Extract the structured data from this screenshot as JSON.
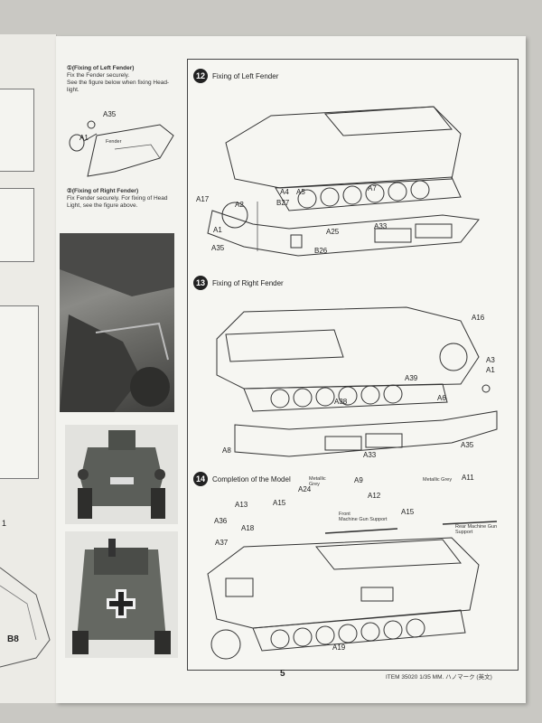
{
  "left_notes": {
    "left_fender": {
      "heading": "①(Fixing of Left Fender)",
      "body": "Fix the Fender securely.\nSee the figure below when fixing Head-\nlight."
    },
    "right_fender": {
      "heading": "②(Fixing of Right Fender)",
      "body": "Fix Fender securely. For fixing of Head\nLight, see the figure above."
    },
    "small_fig_labels": [
      "A35",
      "A1",
      "Fender"
    ]
  },
  "steps": [
    {
      "number": "12",
      "title": "Fixing of Left Fender"
    },
    {
      "number": "13",
      "title": "Fixing of Right Fender"
    },
    {
      "number": "14",
      "title": "Completion of the Model"
    }
  ],
  "step12_labels": [
    "A17",
    "A2",
    "A4",
    "A5",
    "A7",
    "B27",
    "A1",
    "A25",
    "A33",
    "A35",
    "B26"
  ],
  "step13_labels": [
    "A16",
    "A3",
    "A1",
    "A39",
    "A38",
    "A6",
    "A8",
    "A33",
    "A35"
  ],
  "step14_labels": [
    "A24",
    "A9",
    "A12",
    "A11",
    "A13",
    "A15",
    "A15",
    "A36",
    "A18",
    "A37",
    "A19"
  ],
  "step14_notes": {
    "metallic_grey_1": "Metallic\nGrey",
    "metallic_grey_2": "Metallic Grey",
    "front_mg": "Front\nMachine Gun Support",
    "rear_mg": "Rear Machine Gun\nSupport"
  },
  "left_page": {
    "b8": "B8",
    "one": "1"
  },
  "footer": {
    "page_number": "5",
    "item": "ITEM 35020  1/35 MM. ハノマーク (英文)"
  }
}
